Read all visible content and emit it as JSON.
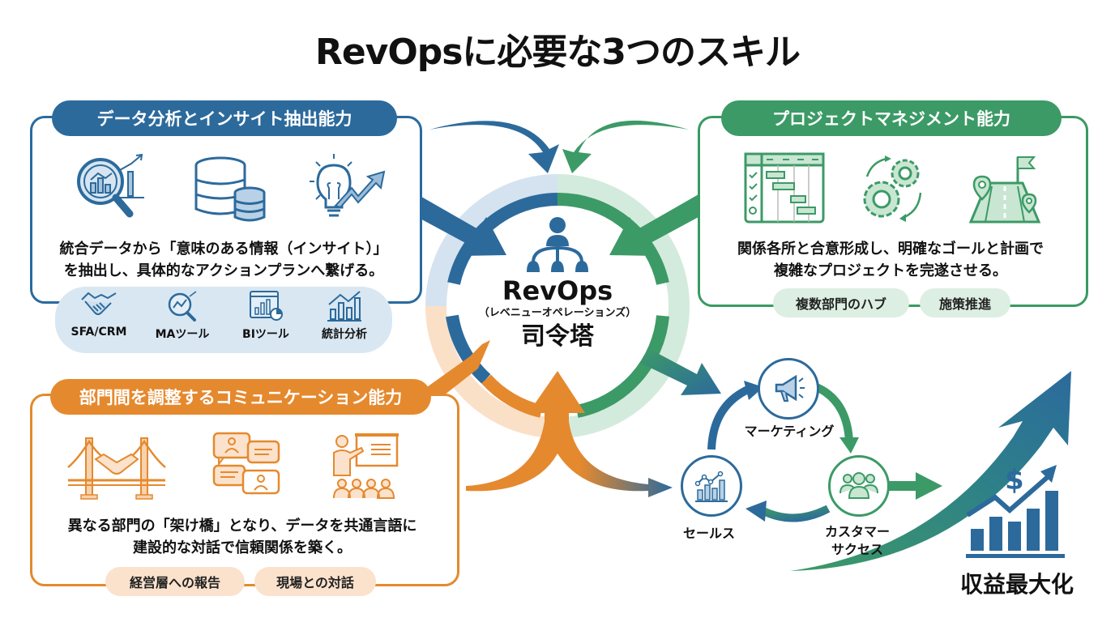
{
  "title": "RevOpsに必要な3つのスキル",
  "colors": {
    "blue": "#2c6a9c",
    "green": "#3c9a66",
    "orange": "#e5892e",
    "blue_light": "#d9e7f2",
    "green_light": "#dcefe2",
    "orange_light": "#fbe2cc"
  },
  "skills": {
    "data_analysis": {
      "title": "データ分析とインサイト抽出能力",
      "icons": [
        "magnifier-chart-icon",
        "database-icon",
        "lightbulb-growth-icon"
      ],
      "description": [
        "統合データから「意味のある情報（インサイト）」",
        "を抽出し、具体的なアクションプランへ繋げる。"
      ],
      "tools": [
        {
          "icon": "handshake-icon",
          "label": "SFA/CRM"
        },
        {
          "icon": "magnifier-trend-icon",
          "label": "MAツール"
        },
        {
          "icon": "dashboard-chart-icon",
          "label": "BIツール"
        },
        {
          "icon": "bar-chart-trend-icon",
          "label": "統計分析"
        }
      ]
    },
    "project_management": {
      "title": "プロジェクトマネジメント能力",
      "icons": [
        "gantt-chart-icon",
        "gears-cycle-icon",
        "roadmap-flag-icon"
      ],
      "description": [
        "関係各所と合意形成し、明確なゴールと計画で",
        "複雑なプロジェクトを完遂させる。"
      ],
      "tags": [
        "複数部門のハブ",
        "施策推進"
      ]
    },
    "communication": {
      "title": "部門間を調整するコミュニケーション能力",
      "icons": [
        "bridge-handshake-icon",
        "chat-bubbles-icon",
        "presentation-icon"
      ],
      "description": [
        "異なる部門の「架け橋」となり、データを共通言語に",
        "建設的な対話で信頼関係を築く。"
      ],
      "tags": [
        "経営層への報告",
        "現場との対話"
      ]
    }
  },
  "center": {
    "icon": "org-hierarchy-icon",
    "title": "RevOps",
    "subtitle": "（レベニューオペレーションズ）",
    "role": "司令塔"
  },
  "cycle": {
    "nodes": [
      {
        "icon": "megaphone-icon",
        "label": "マーケティング"
      },
      {
        "icon": "sales-chart-icon",
        "label": "セールス"
      },
      {
        "icon": "people-group-icon",
        "label": "カスタマー\nサクセス",
        "lines": [
          "カスタマー",
          "サクセス"
        ]
      }
    ]
  },
  "outcome": {
    "icon": "revenue-growth-icon",
    "label": "収益最大化"
  }
}
